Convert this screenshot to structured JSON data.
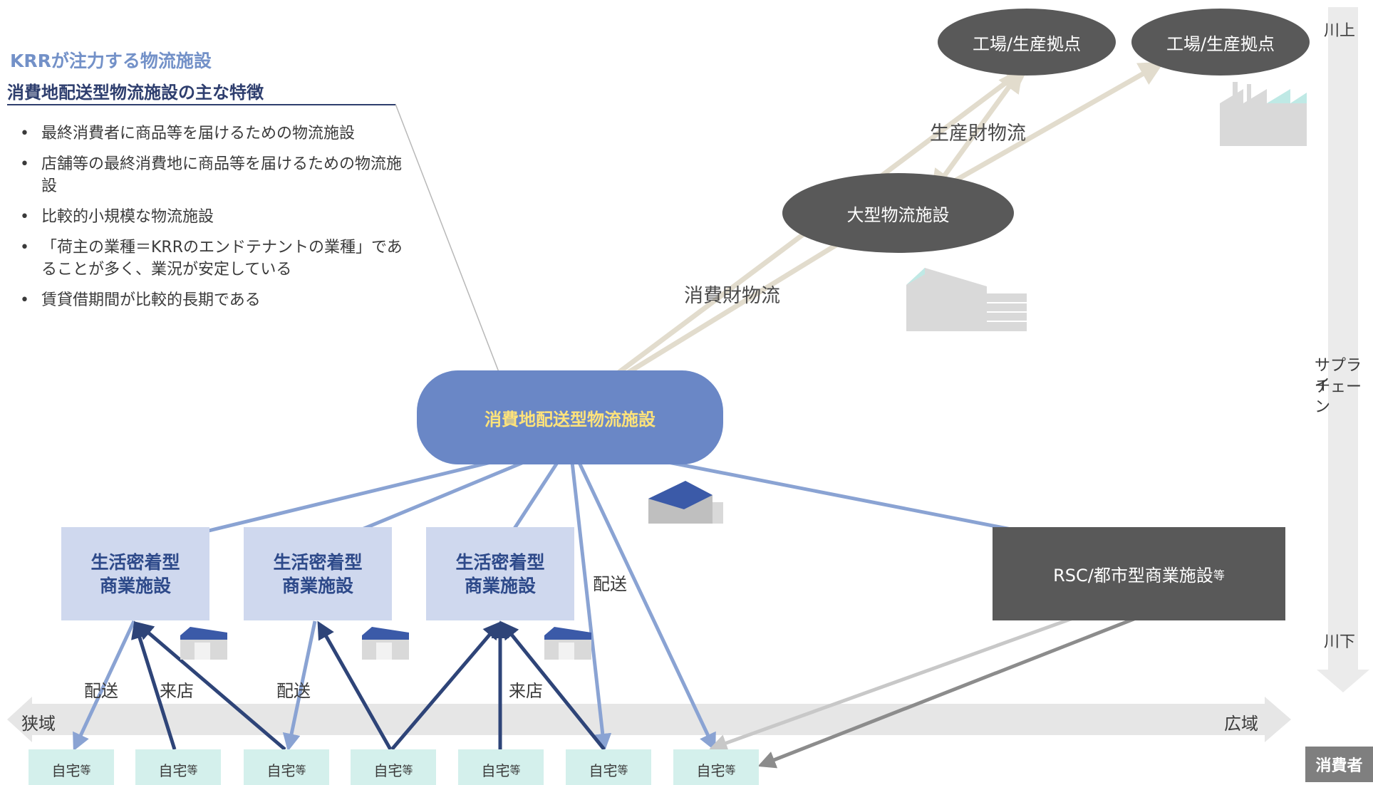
{
  "header": {
    "title": "KRRが注力する物流施設",
    "subtitle": "消費地配送型物流施設の主な特徴"
  },
  "bullets": [
    "最終消費者に商品等を届けるための物流施設",
    "店舗等の最終消費地に商品等を届けるための物流施設",
    "比較的小規模な物流施設",
    "「荷主の業種＝KRRのエンドテナントの業種」であることが多く、業況が安定している",
    "賃貸借期間が比較的長期である"
  ],
  "nodes": {
    "factory_1": "工場/生産拠点",
    "factory_2": "工場/生産拠点",
    "large_facility": "大型物流施設",
    "center": "消費地配送型物流施設",
    "commerce": [
      "生活密着型\n商業施設",
      "生活密着型\n商業施設",
      "生活密着型\n商業施設"
    ],
    "rsc": "RSC/都市型商業施設",
    "rsc_suffix": "等",
    "home": "自宅",
    "home_suffix": "等"
  },
  "labels": {
    "production_flow": "生産財物流",
    "consumption_flow": "消費財物流",
    "delivery": "配送",
    "visit": "来店",
    "narrow": "狭域",
    "wide": "広域"
  },
  "supply_chain": {
    "upstream": "川上",
    "label_line1": "サプライ",
    "label_line2": "チェーン",
    "downstream": "川下",
    "consumer": "消費者"
  },
  "colors": {
    "dark_node": "#595959",
    "center_fill": "#6a87c6",
    "center_text": "#ffe37a",
    "commerce_fill": "#cfd8ee",
    "beige_arrow": "#e2dccd",
    "light_blue_arrow": "#8aa3d3",
    "navy_arrow": "#2e4478",
    "home_fill": "#d4f0ec"
  }
}
